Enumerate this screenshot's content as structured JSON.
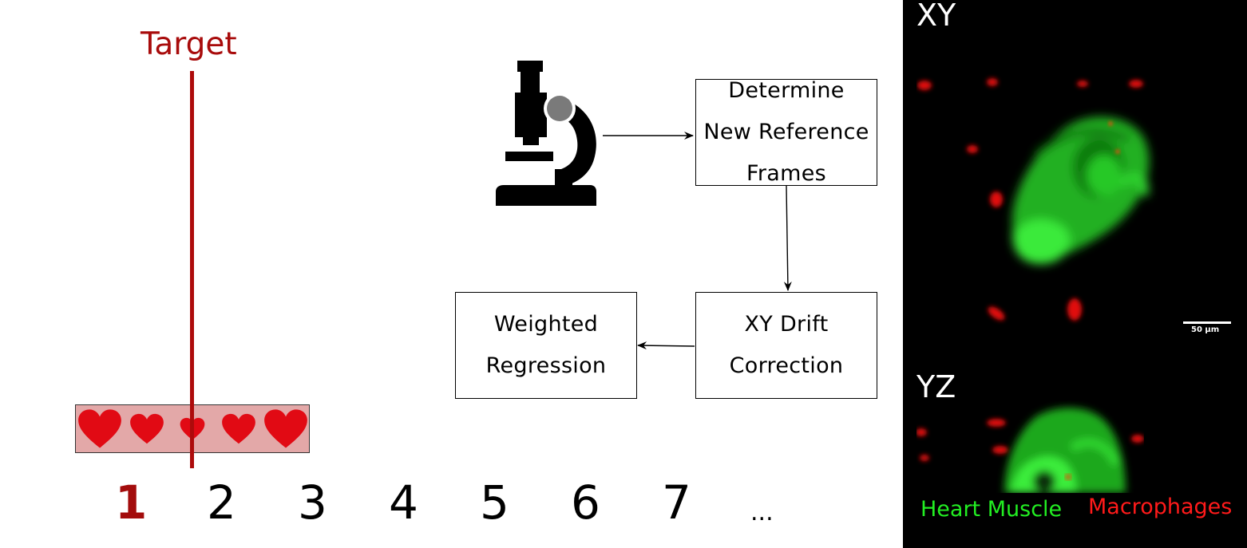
{
  "left": {
    "target_label": "Target",
    "frame_numbers": [
      "1",
      "2",
      "3",
      "4",
      "5",
      "6",
      "7",
      "..."
    ]
  },
  "flow": {
    "icon": "microscope-icon",
    "box_determine": [
      "Determine",
      "New Reference",
      "Frames"
    ],
    "box_xy": [
      "XY Drift",
      "Correction"
    ],
    "box_weighted": [
      "Weighted",
      "Regression"
    ]
  },
  "panel": {
    "xy_label": "XY",
    "yz_label": "YZ",
    "scale_label": "50 µm",
    "legend_heart": "Heart Muscle",
    "legend_macro": "Macrophages"
  },
  "colors": {
    "accent_red": "#a80b0b",
    "heart_red": "#e10a14",
    "strip_pink": "#e3a8a8",
    "legend_green": "#22ee22",
    "legend_red": "#ff1a1a"
  }
}
